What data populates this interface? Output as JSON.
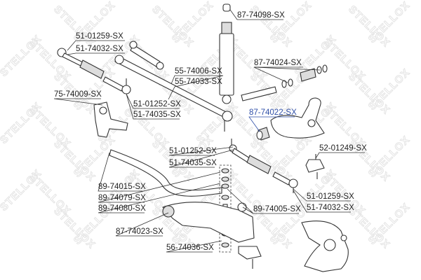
{
  "watermark": "STELLOX",
  "highlight_color": "#2f4fa8",
  "labels": [
    "87-74098-SX",
    "51-01259-SX",
    "51-74032-SX",
    "87-74024-SX",
    "55-74006-SX",
    "55-74033-SX",
    "75-74009-SX",
    "51-01252-SX",
    "51-74035-SX",
    "87-74022-SX",
    "52-01249-SX",
    "51-01252-SX",
    "51-74035-SX",
    "89-74015-SX",
    "89-74079-SX",
    "89-74080-SX",
    "51-01259-SX",
    "51-74032-SX",
    "89-74005-SX",
    "87-74023-SX",
    "56-74036-SX"
  ]
}
